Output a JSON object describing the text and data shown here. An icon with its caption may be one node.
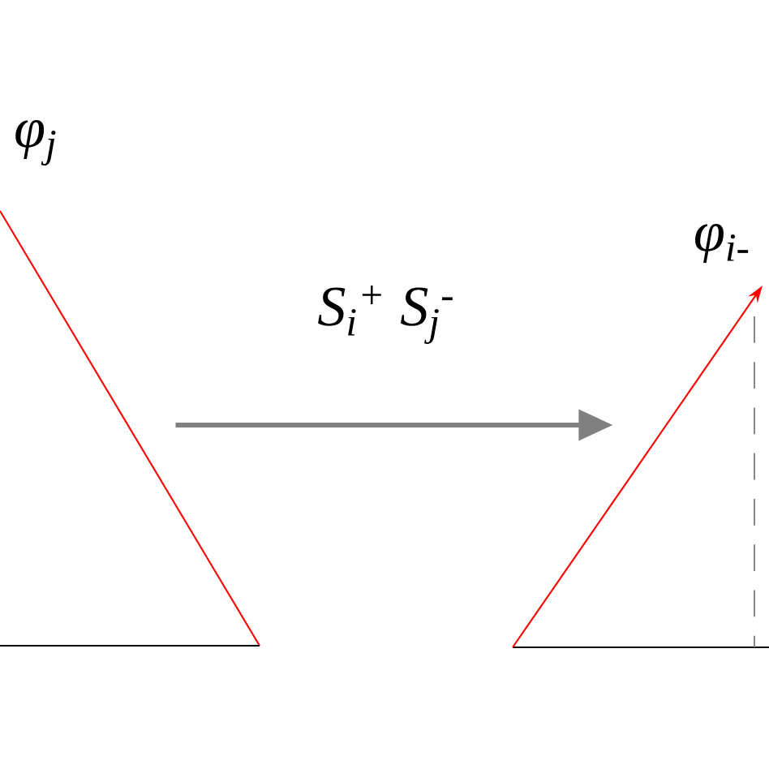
{
  "diagram": {
    "nodes": [
      {
        "text": [],
        "shape": "triangle",
        "beside": [
          "φ$_{j}$"
        ]
      },
      {
        "text": [],
        "shape": "triangle",
        "beside": [
          "φ$_{i-}$"
        ]
      }
    ],
    "edges": [
      {
        "from": 0,
        "to": 1,
        "arrow": "to",
        "label": "S$_{i}$$^{+}$ S$_{j}$$^{-}$",
        "color": "#808080"
      }
    ]
  }
}
